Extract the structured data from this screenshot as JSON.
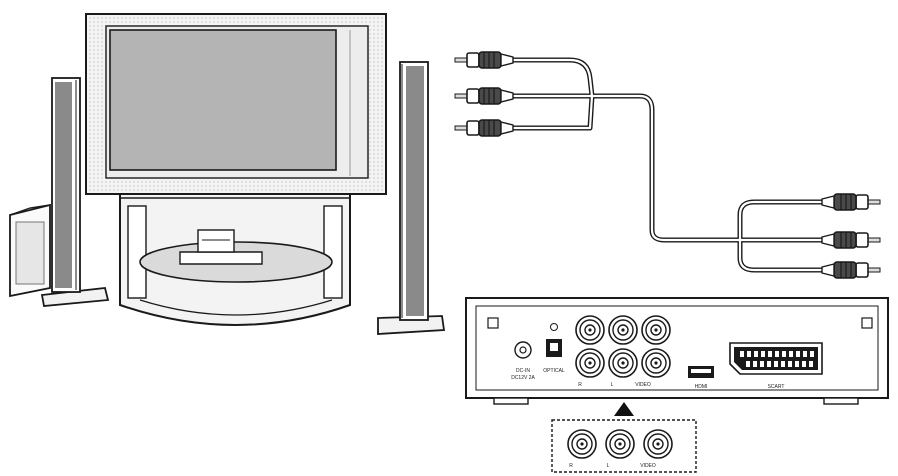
{
  "diagram": {
    "panel_labels": {
      "dc_in": "DC-IN",
      "dc_in_spec": "DC12V 2A",
      "optical": "OPTICAL",
      "r": "R",
      "l": "L",
      "video": "VIDEO",
      "hdmi": "HDMI",
      "scart": "SCART"
    },
    "inset_labels": {
      "r": "R",
      "l": "L",
      "video": "VIDEO"
    },
    "colors": {
      "line": "#1a1a1a",
      "tv_screen": "#b4b4b4",
      "tv_body": "#ededed",
      "speaker_side": "#7a7a7a",
      "plug_body": "#4a4a4a"
    }
  }
}
